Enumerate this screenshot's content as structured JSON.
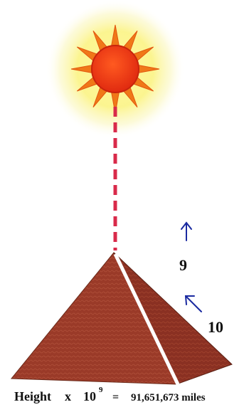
{
  "diagram": {
    "labels": {
      "label_9": "9",
      "label_10": "10"
    },
    "caption": {
      "word": "Height",
      "times": "x",
      "base": "10",
      "exponent": "9",
      "equals": "=",
      "result": "91,651,673 miles"
    },
    "icons": {
      "sun": "sun-icon",
      "arrow_up": "up-arrow-icon",
      "arrow_diag": "up-left-arrow-icon"
    },
    "colors": {
      "sun_core": "#ee3a10",
      "sun_rays": "#f07818",
      "sun_glow": "#fff7a0",
      "dashed_line": "#d92a4a",
      "pyramid_left": "#9a3a28",
      "pyramid_right": "#8a3022",
      "pyramid_edge": "#ffffff",
      "arrow": "#1a2aa0",
      "text": "#111111"
    }
  }
}
